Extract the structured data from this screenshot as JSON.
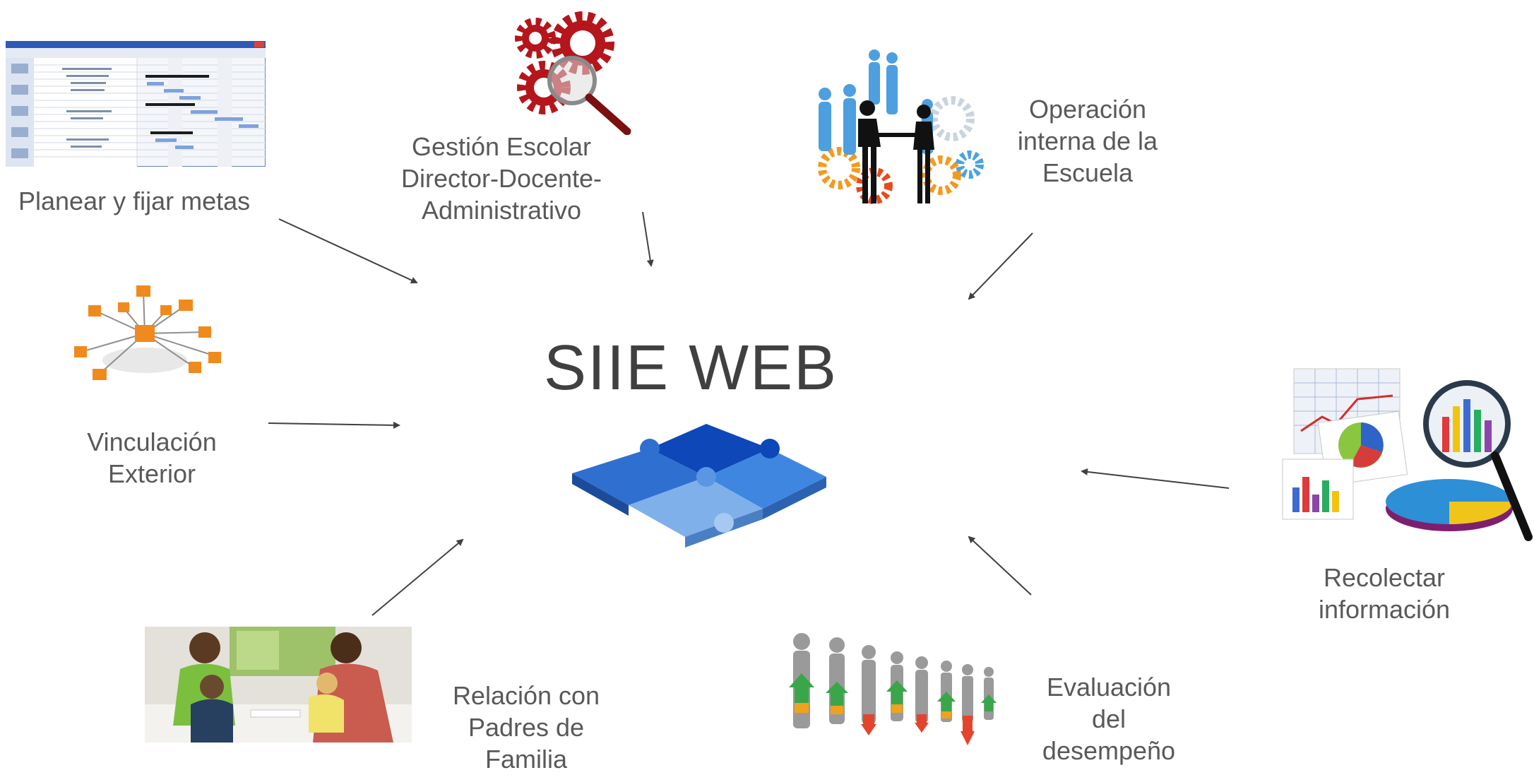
{
  "center": {
    "title": "SIIE WEB"
  },
  "nodes": {
    "planear": {
      "lines": [
        "Planear y fijar metas"
      ]
    },
    "gestion": {
      "lines": [
        "Gestión Escolar",
        "Director-Docente-",
        "Administrativo"
      ]
    },
    "operacion": {
      "lines": [
        "Operación",
        "interna de la",
        "Escuela"
      ]
    },
    "vinculacion": {
      "lines": [
        "Vinculación",
        "Exterior"
      ]
    },
    "recolectar": {
      "lines": [
        "Recolectar",
        "información"
      ]
    },
    "padres": {
      "lines": [
        "Relación con",
        "Padres de",
        "Familia"
      ]
    },
    "evaluacion": {
      "lines": [
        "Evaluación",
        "del",
        "desempeño"
      ]
    }
  },
  "colors": {
    "text": "#595959",
    "title": "#404040",
    "arrow": "#404040",
    "gear_red": "#b4161b",
    "puzzle_blue": "#2f6fd0",
    "orange": "#f08a1c"
  },
  "icons": [
    "project-gantt-icon",
    "gears-magnifier-icon",
    "business-people-gears-icon",
    "network-hub-icon",
    "puzzle-icon",
    "charts-magnifier-icon",
    "family-photo-icon",
    "performance-people-icon"
  ]
}
